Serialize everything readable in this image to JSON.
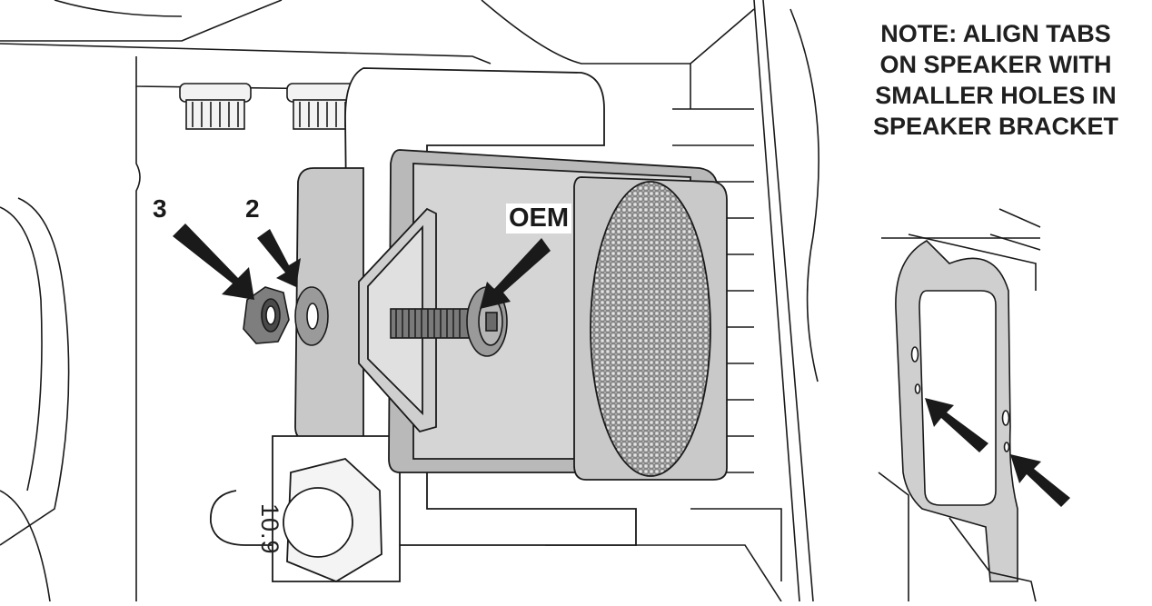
{
  "note": {
    "lines": [
      "NOTE: ALIGN TABS",
      "ON SPEAKER WITH",
      "SMALLER HOLES IN",
      "SPEAKER BRACKET"
    ]
  },
  "callouts": {
    "nut": "3",
    "washer": "2",
    "oem": "OEM"
  },
  "bolt_marking": "10.9",
  "colors": {
    "line": "#1a1a1a",
    "part_fill": "#d9d9d9",
    "part_dark": "#bdbdbd",
    "arrow": "#1a1a1a"
  }
}
